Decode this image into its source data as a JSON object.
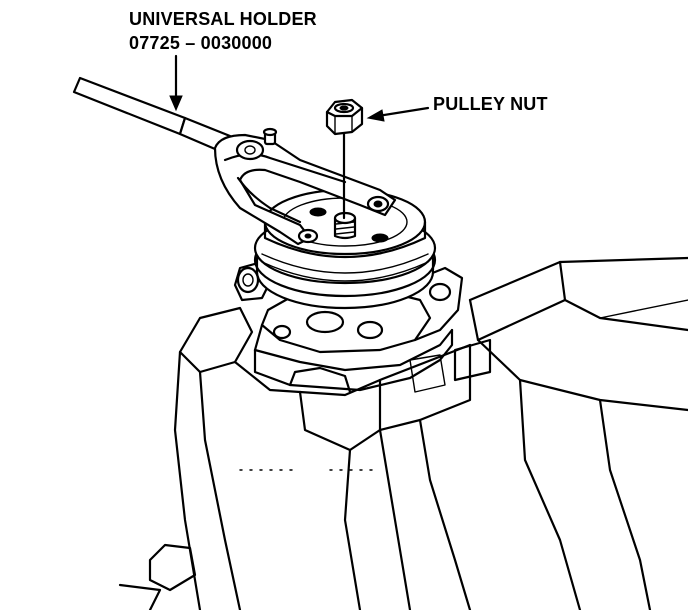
{
  "labels": {
    "tool_name": "UNIVERSAL HOLDER",
    "tool_number": "07725 – 0030000",
    "nut": "PULLEY NUT"
  },
  "colors": {
    "ink": "#000000",
    "paper": "#ffffff"
  }
}
